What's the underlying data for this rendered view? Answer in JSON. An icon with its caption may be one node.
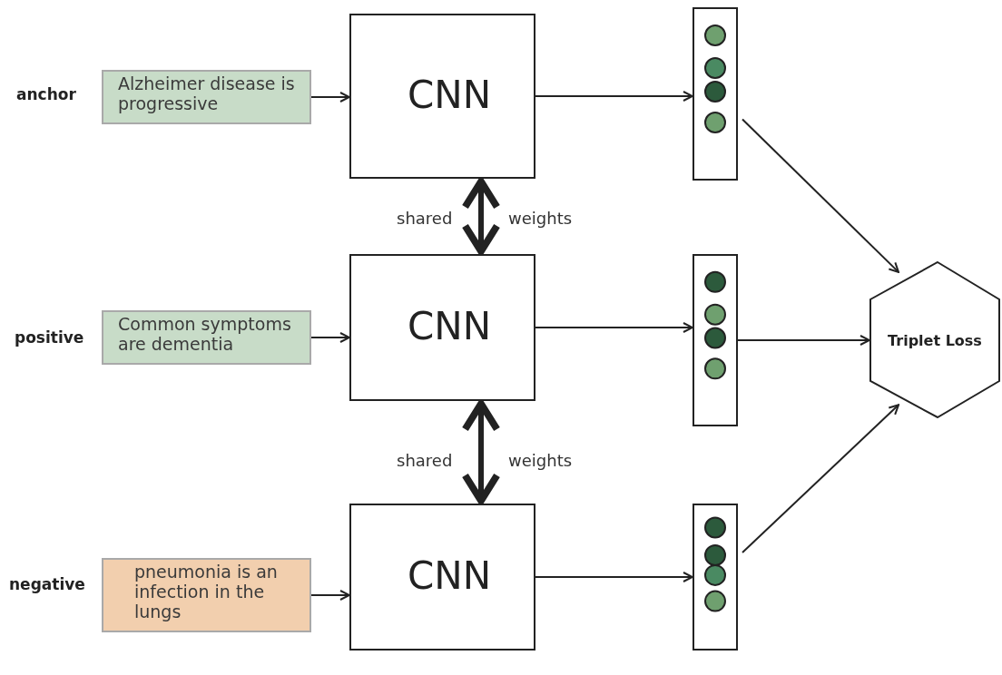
{
  "diagram": {
    "nodes": [
      {
        "text": [
          "Alzheimer disease is progressive"
        ],
        "beside": [
          "anchor"
        ]
      },
      {
        "text": [
          "CNN"
        ]
      },
      {
        "text": [],
        "shape": "bar"
      },
      {
        "text": [
          "Common symptoms are dementia"
        ],
        "beside": [
          "positive"
        ]
      },
      {
        "text": [
          "CNN"
        ]
      },
      {
        "text": [],
        "shape": "bar"
      },
      {
        "text": [
          "pneumonia is an infection in the lungs"
        ],
        "beside": [
          "negative"
        ]
      },
      {
        "text": [
          "CNN"
        ]
      },
      {
        "text": [],
        "shape": "bar"
      },
      {
        "text": [
          "Triplet Loss"
        ]
      }
    ],
    "edges": [
      {
        "from": 0,
        "to": 1,
        "arrow": "to"
      },
      {
        "from": 1,
        "to": 2,
        "arrow": "to"
      },
      {
        "from": 2,
        "to": 9,
        "arrow": "to"
      },
      {
        "from": 3,
        "to": 4,
        "arrow": "to"
      },
      {
        "from": 4,
        "to": 5,
        "arrow": "to"
      },
      {
        "from": 5,
        "to": 9,
        "arrow": "to"
      },
      {
        "from": 6,
        "to": 7,
        "arrow": "to"
      },
      {
        "from": 7,
        "to": 8,
        "arrow": "to"
      },
      {
        "from": 8,
        "to": 9,
        "arrow": "to"
      },
      {
        "from": 1,
        "to": 4,
        "arrow": "both",
        "style": "thick"
      },
      {
        "from": 4,
        "to": 7,
        "arrow": "both",
        "style": "thick"
      }
    ],
    "labels": [
      "shared",
      "weights",
      "shared",
      "weights"
    ]
  }
}
